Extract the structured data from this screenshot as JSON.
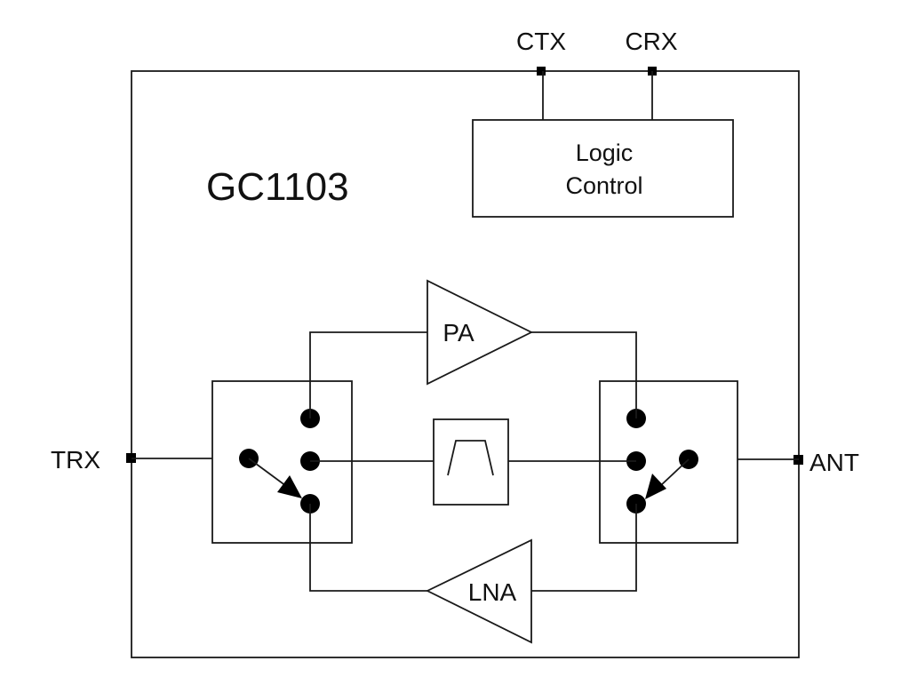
{
  "diagram": {
    "chip_name": "GC1103",
    "pins": {
      "ctx": "CTX",
      "crx": "CRX",
      "trx": "TRX",
      "ant": "ANT"
    },
    "logic_block": {
      "line1": "Logic",
      "line2": "Control"
    },
    "amplifiers": {
      "pa": "PA",
      "lna": "LNA"
    }
  }
}
